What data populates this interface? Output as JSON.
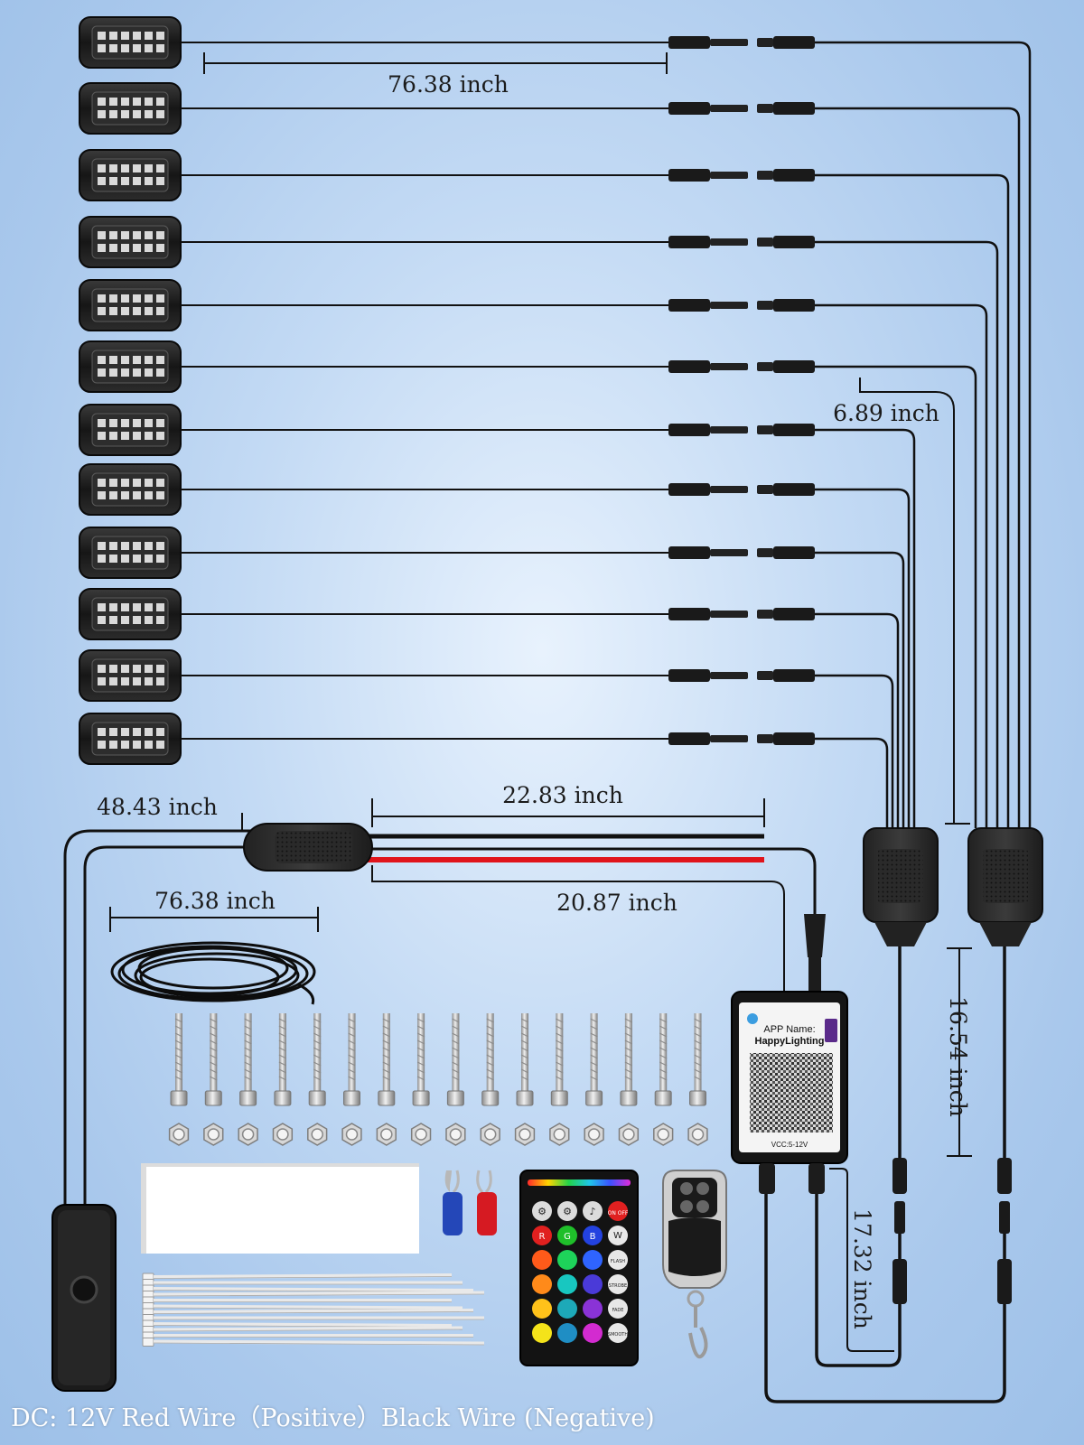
{
  "dimensions": {
    "light_to_connector": "76.38 inch",
    "branch_spacing": "6.89 inch",
    "switch_cable": "48.43 inch",
    "power_leads_top": "22.83 inch",
    "power_leads_bottom": "20.87 inch",
    "extension_cable": "76.38 inch",
    "splitter_lead": "16.54 inch",
    "controller_lead": "17.32 inch"
  },
  "controller": {
    "app_label": "APP Name:",
    "app_name": "HappyLighting",
    "voltage": "VCC:5-12V"
  },
  "remote": {
    "buttons": [
      "ON OFF",
      "R",
      "G",
      "B",
      "W",
      "FLASH",
      "STROBE",
      "FADE",
      "SMOOTH"
    ]
  },
  "footer": "DC: 12V Red Wire（Positive）Black Wire (Negative)",
  "colors": {
    "wire": "#111111",
    "positive_wire": "#e0141b",
    "background": "#b8d3f1"
  },
  "icons": [
    "rock-light-pod-icon",
    "connector-icon",
    "splitter-box-icon",
    "controller-box-icon",
    "qr-code-icon",
    "toggle-switch-icon",
    "coiled-cable-icon",
    "screw-icon",
    "nut-icon",
    "double-sided-tape-icon",
    "ring-terminal-icon",
    "ir-remote-icon",
    "key-fob-remote-icon",
    "cable-tie-icon"
  ]
}
